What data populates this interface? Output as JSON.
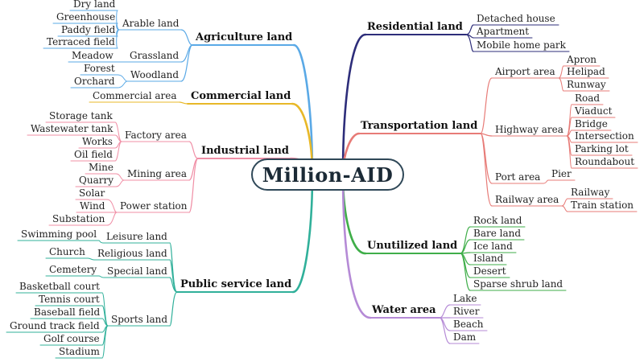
{
  "root": "Million-AID",
  "colors": {
    "agriculture": "#5aa9e6",
    "commercial": "#e8b828",
    "industrial": "#f08fa6",
    "public": "#30b09a",
    "residential": "#2d2d7a",
    "transportation": "#e77b77",
    "unutilized": "#3fae49",
    "water": "#b58ad6"
  },
  "branches": [
    {
      "key": "agriculture",
      "label": "Agriculture land",
      "side": "left",
      "children": [
        {
          "label": "Arable land",
          "children": [
            "Dry land",
            "Greenhouse",
            "Paddy field",
            "Terraced field"
          ]
        },
        {
          "label": "Grassland",
          "children": [
            "Meadow"
          ]
        },
        {
          "label": "Woodland",
          "children": [
            "Forest",
            "Orchard"
          ]
        }
      ]
    },
    {
      "key": "commercial",
      "label": "Commercial land",
      "side": "left",
      "children": [
        {
          "label": "Commercial area",
          "children": []
        }
      ]
    },
    {
      "key": "industrial",
      "label": "Industrial land",
      "side": "left",
      "children": [
        {
          "label": "Factory area",
          "children": [
            "Storage tank",
            "Wastewater tank",
            "Works",
            "Oil field"
          ]
        },
        {
          "label": "Mining area",
          "children": [
            "Mine",
            "Quarry"
          ]
        },
        {
          "label": "Power station",
          "children": [
            "Solar",
            "Wind",
            "Substation"
          ]
        }
      ]
    },
    {
      "key": "public",
      "label": "Public service land",
      "side": "left",
      "children": [
        {
          "label": "Leisure land",
          "children": [
            "Swimming pool"
          ]
        },
        {
          "label": "Religious land",
          "children": [
            "Church"
          ]
        },
        {
          "label": "Special land",
          "children": [
            "Cemetery"
          ]
        },
        {
          "label": "Sports land",
          "children": [
            "Basketball court",
            "Tennis court",
            "Baseball field",
            "Ground track field",
            "Golf course",
            "Stadium"
          ]
        }
      ]
    },
    {
      "key": "residential",
      "label": "Residential land",
      "side": "right",
      "children": [
        {
          "label": "Detached house",
          "children": []
        },
        {
          "label": "Apartment",
          "children": []
        },
        {
          "label": "Mobile home park",
          "children": []
        }
      ]
    },
    {
      "key": "transportation",
      "label": "Transportation land",
      "side": "right",
      "children": [
        {
          "label": "Airport area",
          "children": [
            "Apron",
            "Helipad",
            "Runway"
          ]
        },
        {
          "label": "Highway area",
          "children": [
            "Road",
            "Viaduct",
            "Bridge",
            "Intersection",
            "Parking lot",
            "Roundabout"
          ]
        },
        {
          "label": "Port area",
          "children": [
            "Pier"
          ]
        },
        {
          "label": "Railway area",
          "children": [
            "Railway",
            "Train station"
          ]
        }
      ]
    },
    {
      "key": "unutilized",
      "label": "Unutilized land",
      "side": "right",
      "children": [
        {
          "label": "Rock land",
          "children": []
        },
        {
          "label": "Bare land",
          "children": []
        },
        {
          "label": "Ice land",
          "children": []
        },
        {
          "label": "Island",
          "children": []
        },
        {
          "label": "Desert",
          "children": []
        },
        {
          "label": "Sparse shrub land",
          "children": []
        }
      ]
    },
    {
      "key": "water",
      "label": "Water area",
      "side": "right",
      "children": [
        {
          "label": "Lake",
          "children": []
        },
        {
          "label": "River",
          "children": []
        },
        {
          "label": "Beach",
          "children": []
        },
        {
          "label": "Dam",
          "children": []
        }
      ]
    }
  ]
}
